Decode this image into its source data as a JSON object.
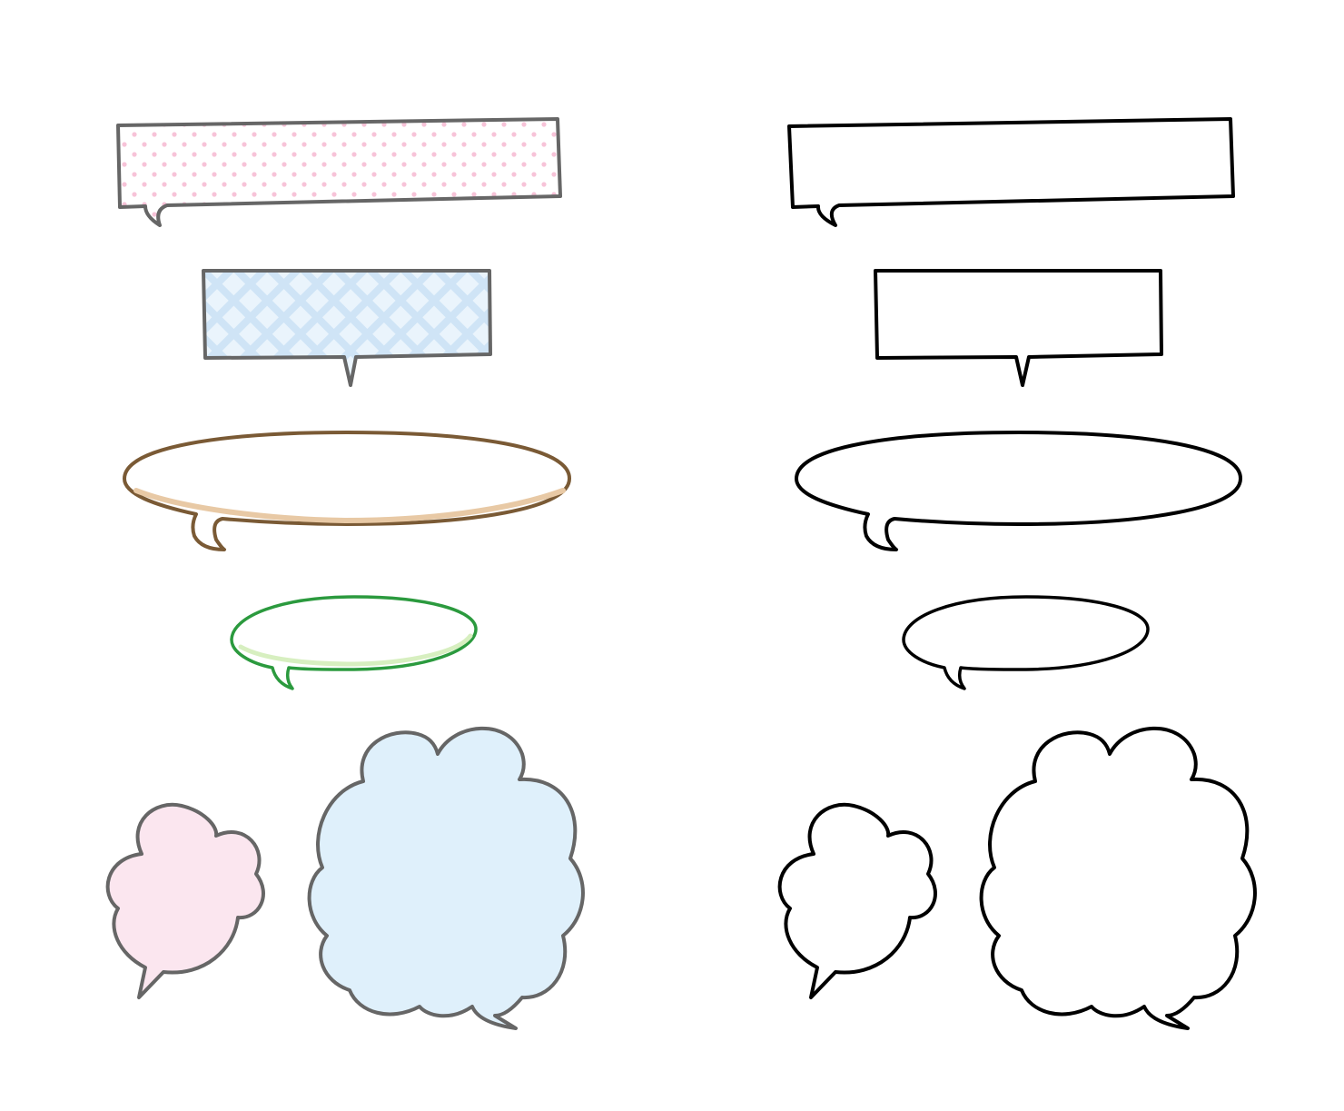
{
  "palette": {
    "background": "#ffffff",
    "gray_outline": "#666666",
    "black_outline": "#000000",
    "pink_dots": "#f7c3d8",
    "blue_lattice": "#cfe4f6",
    "blue_lattice_bg": "#eaf4fc",
    "brown_outline": "#7a5a35",
    "brown_inner": "#e8c9a5",
    "green_outline": "#2b9a3e",
    "green_inner": "#d7efc0",
    "pink_fill": "#fbe6ef",
    "blue_fill": "#dff0fb"
  },
  "bubbles": [
    {
      "id": "colored-rect-wide",
      "kind": "rectangle",
      "style": "pink-polka-dot"
    },
    {
      "id": "colored-rect-narrow",
      "kind": "rectangle",
      "style": "blue-lattice"
    },
    {
      "id": "colored-oval-large",
      "kind": "oval",
      "style": "brown-outline"
    },
    {
      "id": "colored-oval-small",
      "kind": "oval",
      "style": "green-outline"
    },
    {
      "id": "colored-cloud-small",
      "kind": "cloud",
      "style": "pink-fill"
    },
    {
      "id": "colored-cloud-large",
      "kind": "cloud",
      "style": "blue-fill"
    },
    {
      "id": "line-rect-wide",
      "kind": "rectangle",
      "style": "black-line"
    },
    {
      "id": "line-rect-narrow",
      "kind": "rectangle",
      "style": "black-line"
    },
    {
      "id": "line-oval-large",
      "kind": "oval",
      "style": "black-line"
    },
    {
      "id": "line-oval-small",
      "kind": "oval",
      "style": "black-line"
    },
    {
      "id": "line-cloud-small",
      "kind": "cloud",
      "style": "black-line"
    },
    {
      "id": "line-cloud-large",
      "kind": "cloud",
      "style": "black-line"
    }
  ]
}
